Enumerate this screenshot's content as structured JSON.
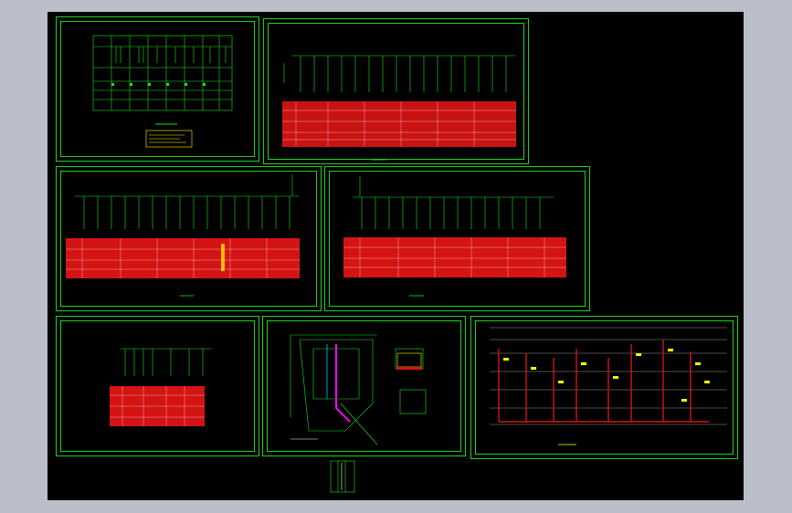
{
  "app": {
    "canvas": "cad-model-space",
    "colors": {
      "background": "#000000",
      "frame": "#b9bec8",
      "border": "#1fd21f",
      "line": "#19e619",
      "table": "#d41414",
      "highlight": "#ffff00",
      "accent": "#ff00ff",
      "note": "#00c8ff"
    }
  },
  "sheets": [
    {
      "id": "sheet-1",
      "caption": ""
    },
    {
      "id": "sheet-2",
      "caption": ""
    },
    {
      "id": "sheet-3",
      "caption": ""
    },
    {
      "id": "sheet-4",
      "caption": ""
    },
    {
      "id": "sheet-5",
      "caption": ""
    },
    {
      "id": "sheet-6",
      "caption": ""
    },
    {
      "id": "sheet-7",
      "caption": ""
    }
  ]
}
